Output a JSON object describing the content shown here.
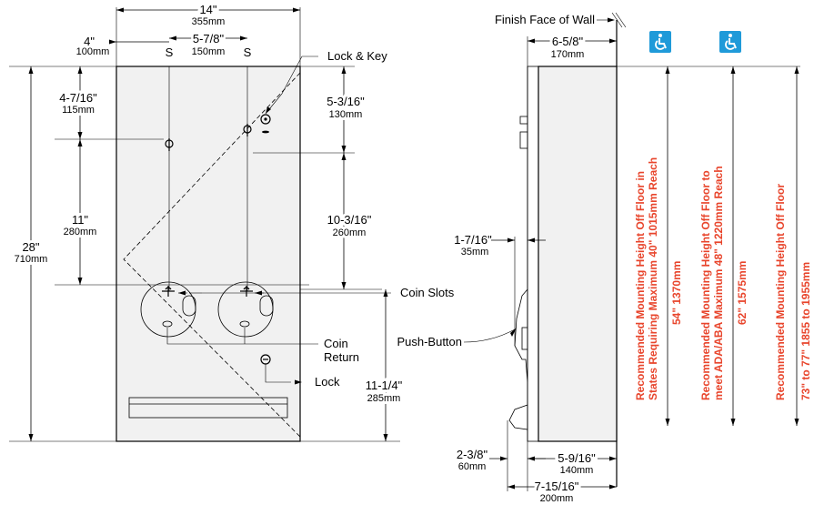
{
  "dimensions": {
    "width_total": {
      "in": "14\"",
      "mm": "355mm"
    },
    "left_offset": {
      "in": "4\"",
      "mm": "100mm"
    },
    "screw_spacing": {
      "in": "5-7/8\"",
      "mm": "150mm"
    },
    "top_to_screw": {
      "in": "4-7/16\"",
      "mm": "115mm"
    },
    "screw_vertical": {
      "in": "11\"",
      "mm": "280mm"
    },
    "height_total": {
      "in": "28\"",
      "mm": "710mm"
    },
    "right_top": {
      "in": "5-3/16\"",
      "mm": "130mm"
    },
    "right_mid": {
      "in": "10-3/16\"",
      "mm": "260mm"
    },
    "right_low": {
      "in": "11-1/4\"",
      "mm": "285mm"
    },
    "side_depth_top": {
      "in": "6-5/8\"",
      "mm": "170mm"
    },
    "side_button": {
      "in": "1-7/16\"",
      "mm": "35mm"
    },
    "side_bottom_left": {
      "in": "2-3/8\"",
      "mm": "60mm"
    },
    "side_bottom_right": {
      "in": "5-9/16\"",
      "mm": "140mm"
    },
    "side_bottom_total": {
      "in": "7-15/16\"",
      "mm": "200mm"
    }
  },
  "labels": {
    "screw_mark": "S",
    "lock_and_key": "Lock & Key",
    "coin_slots": "Coin Slots",
    "coin_return_1": "Coin",
    "coin_return_2": "Return",
    "lock": "Lock",
    "push_button": "Push-Button",
    "finish_face": "Finish Face of Wall"
  },
  "mounting": [
    {
      "line1": "Recommended Mounting Height Off Floor in",
      "line2": "States Requiring Maximum  40\"  1015mm Reach",
      "line3": "54\"  1370mm"
    },
    {
      "line1": "Recommended Mounting Height Off Floor to",
      "line2": "meet ADA/ABA Maximum  48\"  1220mm Reach",
      "line3": "62\"  1575mm"
    },
    {
      "line1": "Recommended Mounting Height Off Floor",
      "line2": "73\" to 77\"  1855 to 1955mm",
      "line3": ""
    }
  ],
  "colors": {
    "accent_red": "#e8452c",
    "accessibility_blue": "#1f9ad9"
  },
  "icons": [
    "accessibility-icon",
    "accessibility-icon"
  ]
}
